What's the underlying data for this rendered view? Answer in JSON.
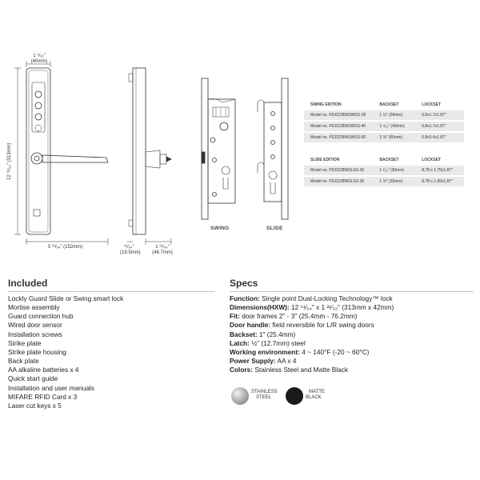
{
  "drawing": {
    "front_width_label": "1 ⁹⁄₁₆\" (40mm)",
    "front_height_label": "12 ⁵¹⁄₆₄\" (313mm)",
    "handle_length_label": "5 ⁶³⁄₆₄\" (152mm)",
    "side_small_label": "⁴⁹⁄₆₄\" (19.5mm)",
    "side_depth_label": "1 ⁵¹⁄₆₄\" (48.7mm)",
    "swing_caption": "SWING",
    "slide_caption": "SLIDE"
  },
  "swing_table": {
    "title": "SWING EDITION",
    "col_backset": "BACKSET",
    "col_lockset": "LOCKSET",
    "rows": [
      {
        "model": "Model no. PGD228WSWSS-28",
        "backset": "1 ⅛\" (28mm)",
        "lockset": "6.8x1.7x1.87\""
      },
      {
        "model": "Model no. PGD228WSWSS-40",
        "backset": "1 ⁹⁄₁₆\" (40mm)",
        "lockset": "6.8x1.7x1.87\""
      },
      {
        "model": "Model no. PGD228WSWSS-60",
        "backset": "2 ⅜\" (60mm)",
        "lockset": "6.8x3.4x1.87\""
      }
    ]
  },
  "slide_table": {
    "title": "SLIDE EDITION",
    "col_backset": "BACKSET",
    "col_lockset": "LOCKSET",
    "rows": [
      {
        "model": "Model no. PGD228WSLSS-30",
        "backset": "1 ³⁄₁₆\" (30mm)",
        "lockset": "8.78 x 1.75x1.87\""
      },
      {
        "model": "Model no. PGD228WSLSS-35",
        "backset": "1 ⅜\" (35mm)",
        "lockset": "8.78 x 1.95x1.87\""
      }
    ]
  },
  "included": {
    "title": "Included",
    "items": [
      "Lockly Guard Slide or Swing smart lock",
      "Mortise assembly",
      "Guard connection hub",
      "Wired door sensor",
      "Installation screws",
      "Strike plate",
      "Strike plate housing",
      "Back plate",
      "AA alkaline batteries x 4",
      "Quick start guide",
      "Installation and user manuals",
      "MIFARE RFID Card x 3",
      "Laser cut keys x 5"
    ]
  },
  "specs": {
    "title": "Specs",
    "items": [
      {
        "label": "Function:",
        "value": " Single point Dual-Locking Technology™ lock"
      },
      {
        "label": "Dimensions(HXW):",
        "value": " 12 ⁵¹⁄₆₄\" x 1 ²¹⁄₃₂\" (313mm x 42mm)"
      },
      {
        "label": "Fit:",
        "value": " door frames 2\" - 3\" (25.4mm - 76.2mm)"
      },
      {
        "label": "Door handle:",
        "value": " field reversible for L/R swing doors"
      },
      {
        "label": "Backset:",
        "value": " 1\" (25.4mm)"
      },
      {
        "label": "Latch:",
        "value": " ½\" (12.7mm) steel"
      },
      {
        "label": "Working environment:",
        "value": " 4 ~ 140°F (-20 ~ 60°C)"
      },
      {
        "label": "Power Supply:",
        "value": " AA x 4"
      },
      {
        "label": "Colors:",
        "value": " Stainless Steel and Matte Black"
      }
    ],
    "swatch_steel_label_1": "STAINLESS",
    "swatch_steel_label_2": "STEEL",
    "swatch_black_label_1": "MATTE",
    "swatch_black_label_2": "BLACK",
    "colors": {
      "steel": "#9a9a9a",
      "black": "#1a1a1a",
      "accent_line": "#b9c7d8"
    }
  }
}
